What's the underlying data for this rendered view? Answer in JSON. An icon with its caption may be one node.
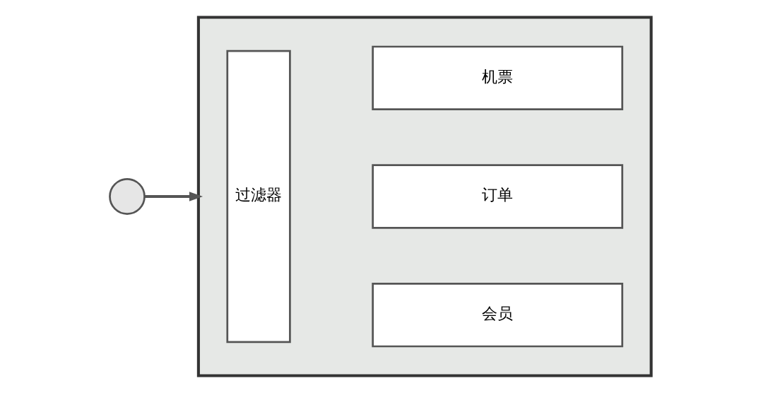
{
  "diagram": {
    "nodes": [
      {
        "text": [],
        "shape": "person"
      },
      {
        "text": [],
        "shape": "box"
      },
      {
        "text": [
          "过滤器"
        ],
        "in": 1
      },
      {
        "text": [
          "机票"
        ],
        "in": 1
      },
      {
        "text": [
          "订单"
        ],
        "in": 1
      },
      {
        "text": [
          "会员"
        ],
        "in": 1
      }
    ],
    "edges": [
      {
        "from": 0,
        "to": 1,
        "arrow": "to"
      }
    ]
  }
}
